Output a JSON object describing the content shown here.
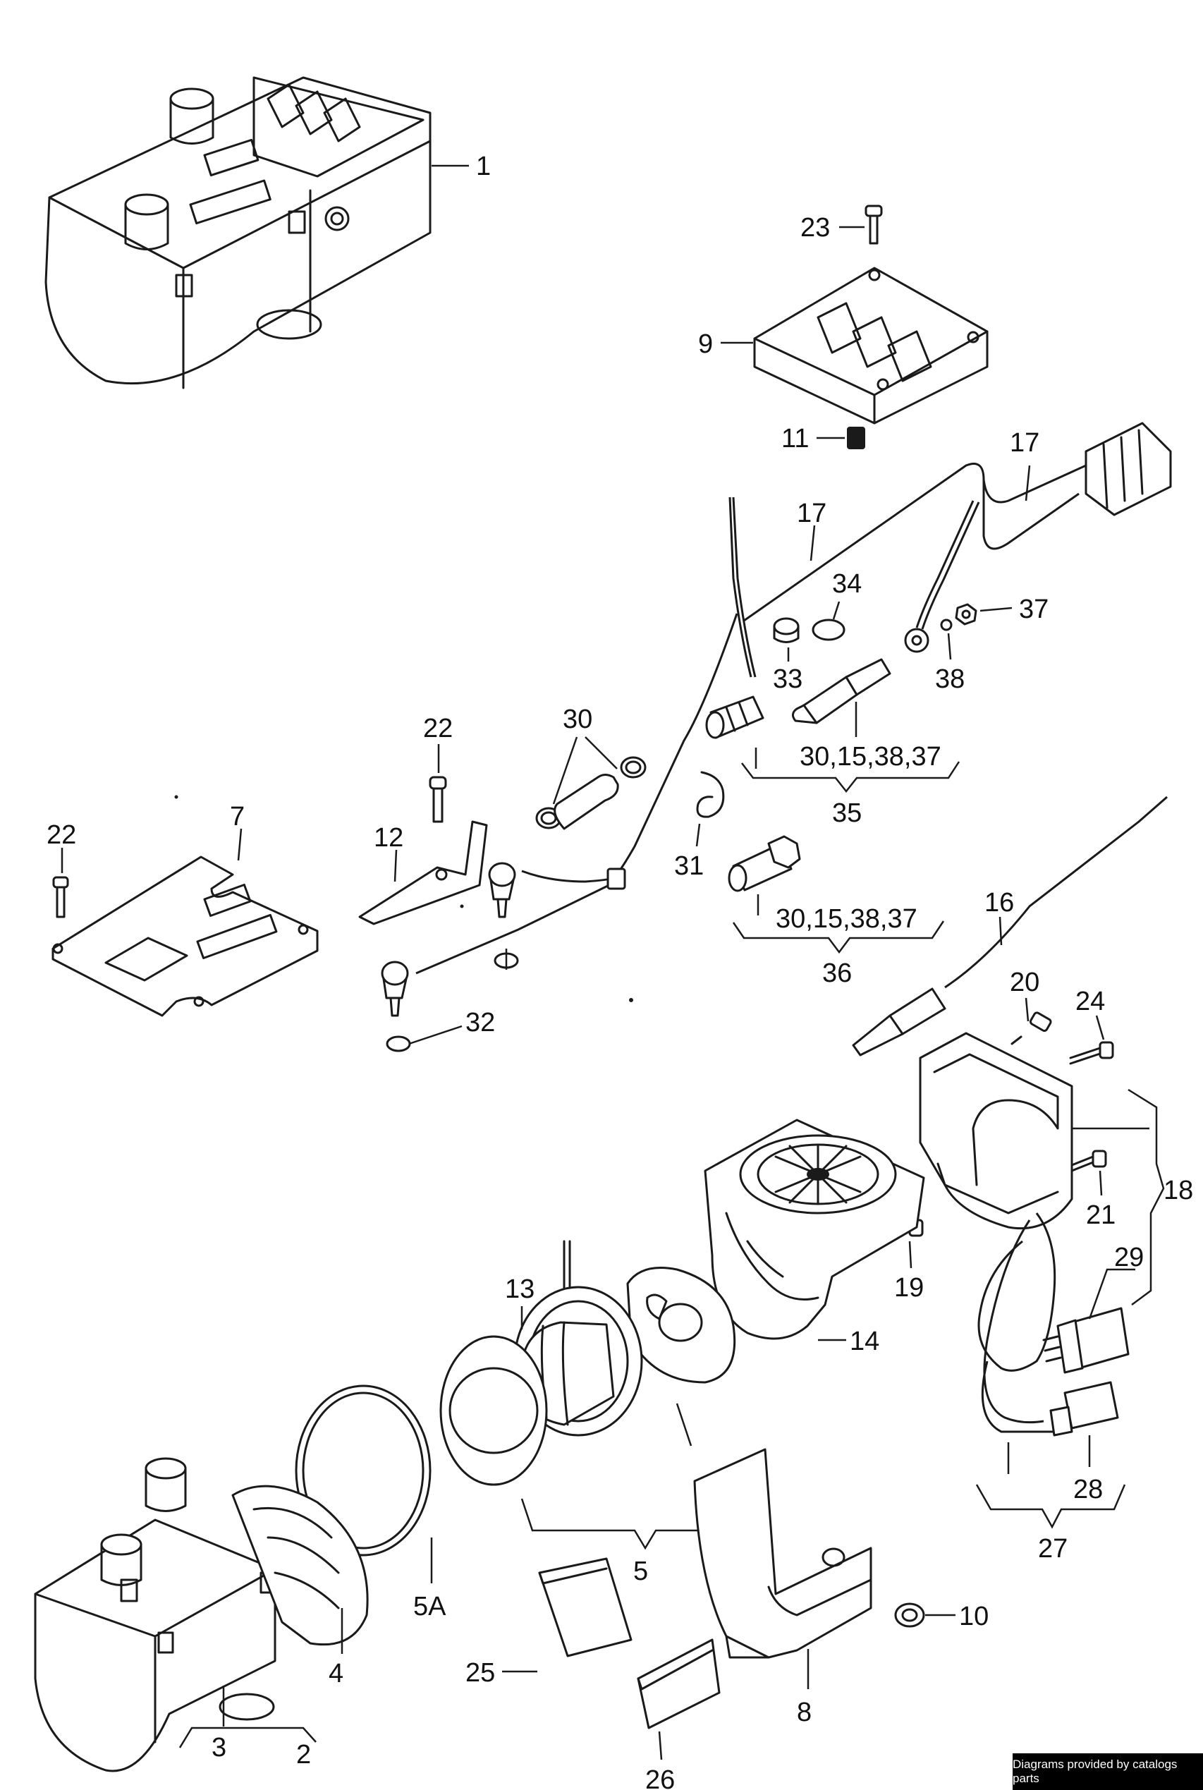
{
  "diagram": {
    "labels": [
      {
        "id": "l1",
        "text": "1"
      },
      {
        "id": "l2",
        "text": "2"
      },
      {
        "id": "l3",
        "text": "3"
      },
      {
        "id": "l4",
        "text": "4"
      },
      {
        "id": "l5",
        "text": "5"
      },
      {
        "id": "l5a",
        "text": "5A"
      },
      {
        "id": "l7",
        "text": "7"
      },
      {
        "id": "l8",
        "text": "8"
      },
      {
        "id": "l9",
        "text": "9"
      },
      {
        "id": "l10",
        "text": "10"
      },
      {
        "id": "l11",
        "text": "11"
      },
      {
        "id": "l12",
        "text": "12"
      },
      {
        "id": "l13",
        "text": "13"
      },
      {
        "id": "l14",
        "text": "14"
      },
      {
        "id": "l16",
        "text": "16"
      },
      {
        "id": "l17a",
        "text": "17"
      },
      {
        "id": "l17b",
        "text": "17"
      },
      {
        "id": "l18",
        "text": "18"
      },
      {
        "id": "l19",
        "text": "19"
      },
      {
        "id": "l20",
        "text": "20"
      },
      {
        "id": "l21",
        "text": "21"
      },
      {
        "id": "l22a",
        "text": "22"
      },
      {
        "id": "l22b",
        "text": "22"
      },
      {
        "id": "l23",
        "text": "23"
      },
      {
        "id": "l24",
        "text": "24"
      },
      {
        "id": "l25",
        "text": "25"
      },
      {
        "id": "l26",
        "text": "26"
      },
      {
        "id": "l27",
        "text": "27"
      },
      {
        "id": "l28",
        "text": "28"
      },
      {
        "id": "l29",
        "text": "29"
      },
      {
        "id": "l30",
        "text": "30"
      },
      {
        "id": "l31",
        "text": "31"
      },
      {
        "id": "l32",
        "text": "32"
      },
      {
        "id": "l33",
        "text": "33"
      },
      {
        "id": "l34",
        "text": "34"
      },
      {
        "id": "l35",
        "text": "35"
      },
      {
        "id": "l35sub",
        "text": "30,15,38,37"
      },
      {
        "id": "l36",
        "text": "36"
      },
      {
        "id": "l36sub",
        "text": "30,15,38,37"
      },
      {
        "id": "l37",
        "text": "37"
      },
      {
        "id": "l38",
        "text": "38"
      }
    ]
  },
  "footer": {
    "credit": "Diagrams provided by catalogs parts"
  }
}
